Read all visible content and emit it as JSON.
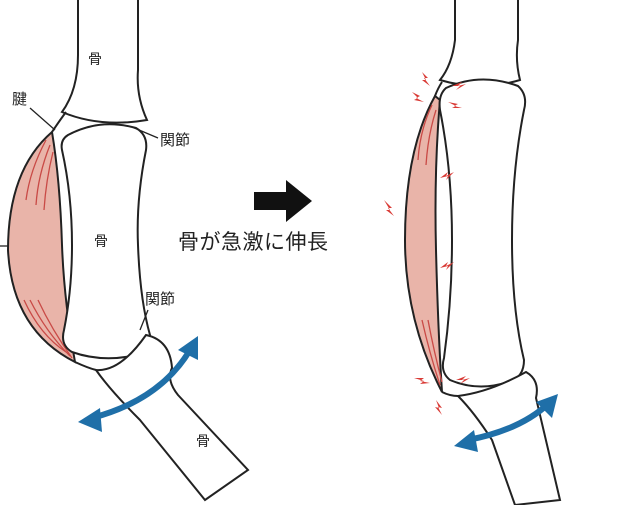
{
  "labels": {
    "tendon": "腱",
    "joint_upper": "関節",
    "joint_lower": "関節",
    "bone_top": "骨",
    "bone_middle": "骨",
    "bone_bottom": "骨",
    "caption": "骨が急激に伸長"
  },
  "colors": {
    "outline": "#222222",
    "muscle_fill": "#e9b4a9",
    "muscle_stroke": "#c94a46",
    "arrow_blue": "#1f6fa8",
    "arrow_black": "#111111",
    "strain_red": "#d93a35"
  }
}
